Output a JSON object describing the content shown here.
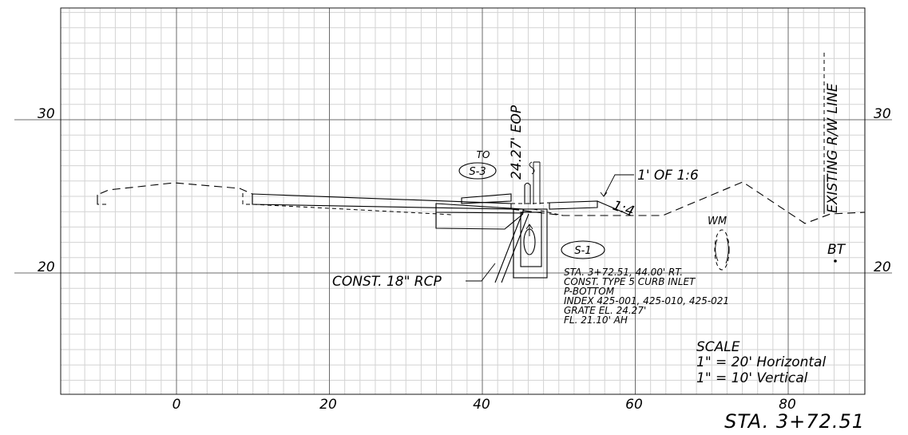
{
  "drawing": {
    "station_title": "STA. 3+72.51",
    "elevation_labels": [
      "30",
      "20"
    ],
    "offset_labels": [
      "0",
      "20",
      "40",
      "60",
      "80"
    ],
    "line_color": "#000000",
    "grid_minor_color": "#d3d3d3",
    "grid_major_color": "#6b6b6b"
  },
  "annotations": {
    "eop": "24.27' EOP",
    "to_label": "TO",
    "s3_tag": "S-3",
    "slope_note": "1' OF 1:6",
    "slope_ratio": "1:4",
    "rw_line": "EXISTING R/W LINE",
    "wm": "WM",
    "bt": "BT",
    "s1_tag": "S-1",
    "rcp": "CONST. 18\" RCP"
  },
  "structure_notes": [
    "STA. 3+72.51, 44.00' RT.",
    "CONST. TYPE 5 CURB INLET",
    "P-BOTTOM",
    "INDEX 425-001, 425-010, 425-021",
    "GRATE EL. 24.27'",
    "FL. 21.10' AH"
  ],
  "scale": {
    "title": "SCALE",
    "horizontal": "1\" = 20' Horizontal",
    "vertical": "1\" = 10' Vertical"
  }
}
